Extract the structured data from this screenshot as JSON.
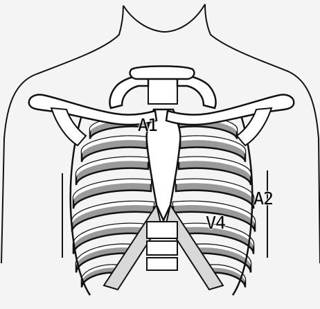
{
  "diagram": {
    "labels": {
      "a1": "A1",
      "a2": "A2",
      "v4": "V4"
    },
    "colors": {
      "background": "#f4f4f4",
      "outline": "#111111",
      "bone": "#ffffff",
      "rib_shadow": "#9a9a9a",
      "cartilage": "#d8d8d8"
    }
  }
}
